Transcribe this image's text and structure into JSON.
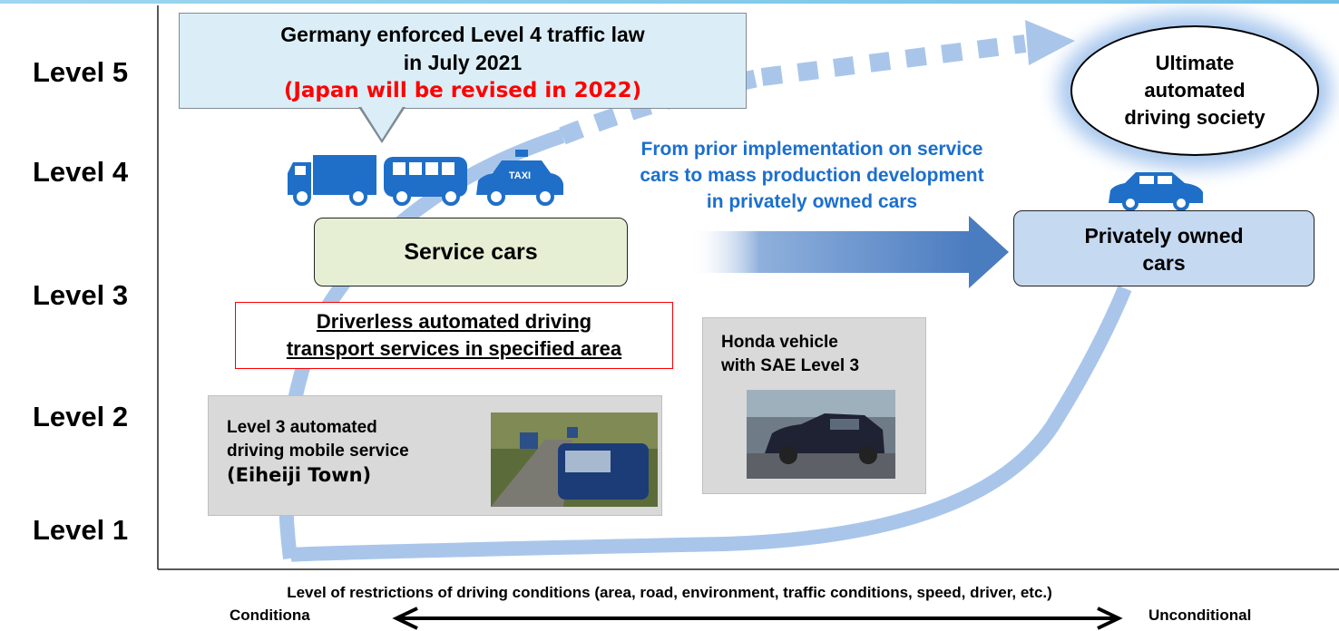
{
  "levels": [
    "Level 5",
    "Level 4",
    "Level 3",
    "Level 2",
    "Level 1"
  ],
  "callout": {
    "line1": "Germany enforced Level 4 traffic law",
    "line2": "in July 2021",
    "red_line": "(Japan will be revised in 2022)"
  },
  "ultimate": "Ultimate\nautomated\ndriving society",
  "blue_note": "From prior implementation on service\ncars to mass production development\nin privately owned cars",
  "service_cars": "Service cars",
  "private_cars": "Privately owned\ncars",
  "driverless": "Driverless automated driving\ntransport services in specified area",
  "eiheiji": {
    "text": "Level 3 automated\ndriving mobile service",
    "town": "(Eiheiji Town)"
  },
  "honda": "Honda vehicle\nwith SAE Level 3",
  "taxi_label": "TAXI",
  "axis": {
    "caption": "Level of restrictions of driving conditions (area, road, environment, traffic conditions, speed, driver, etc.)",
    "left": "Conditiona",
    "right": "Unconditional"
  },
  "colors": {
    "curve": "#a9c6ea",
    "arrow": "#4f81bd",
    "vehicle": "#1f6fc8",
    "callout_red": "#ff0000",
    "note_blue": "#1b6fce"
  }
}
